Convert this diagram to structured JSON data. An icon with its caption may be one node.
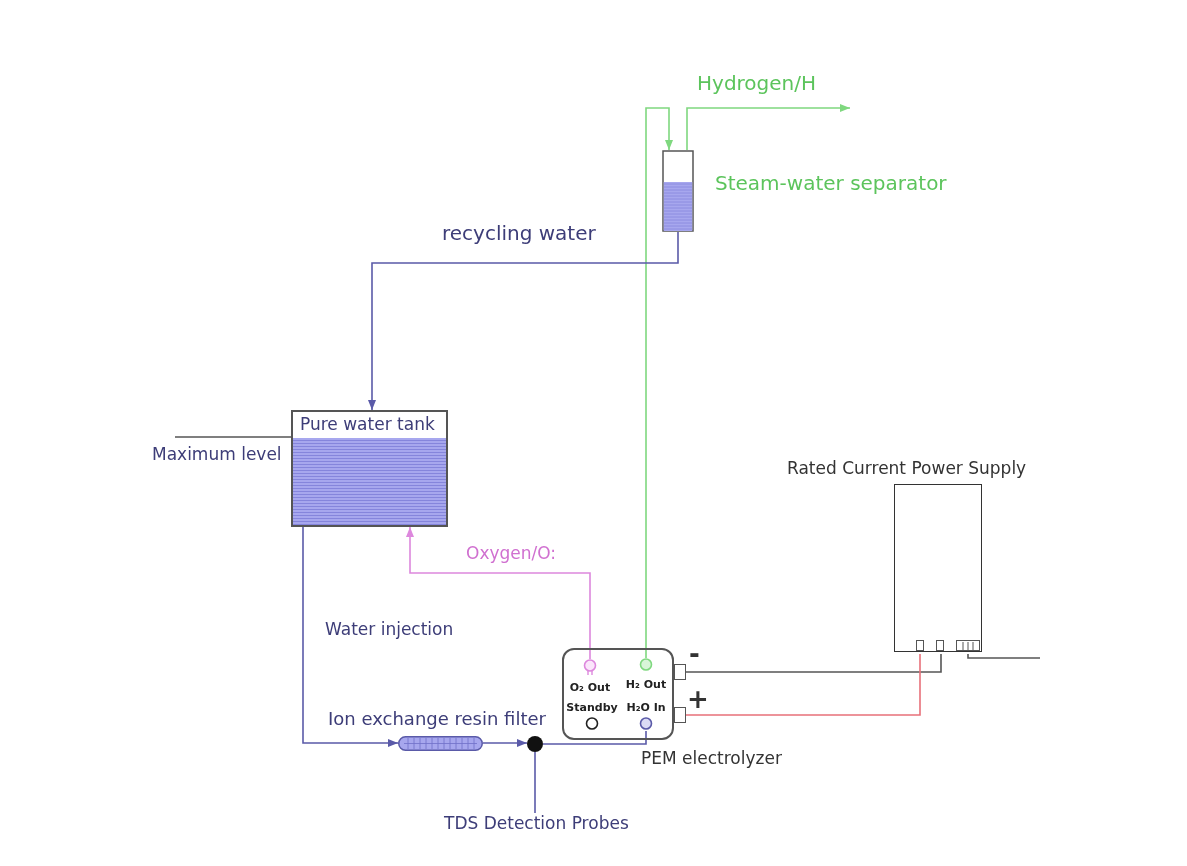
{
  "diagram": {
    "nodes": [
      {
        "text": [
          "Steam-water separator"
        ]
      },
      {
        "text": [
          "Pure water tank"
        ]
      },
      {
        "text": [
          "Maximum level"
        ]
      },
      {
        "text": [
          "Rated Current Power Supply"
        ]
      },
      {
        "text": [
          "PEM electrolyzer"
        ]
      },
      {
        "text": [
          "O₂ Out"
        ],
        "in": 4
      },
      {
        "text": [
          "H₂ Out"
        ],
        "in": 4
      },
      {
        "text": [],
        "shape": "box",
        "beside": [
          "-"
        ]
      },
      {
        "text": [
          "Standby"
        ],
        "in": 4
      },
      {
        "text": [
          "H₂O In"
        ],
        "in": 4
      },
      {
        "text": [],
        "shape": "box",
        "beside": [
          "+"
        ]
      },
      {
        "text": [],
        "shape": "cylinder",
        "beside": [
          "Ion exchange resin filter"
        ]
      },
      {
        "text": [],
        "shape": "circle"
      },
      {
        "text": [
          "TDS Detection Probes"
        ]
      }
    ],
    "edges": [
      {
        "from": 6,
        "to": 0,
        "arrow": "to",
        "color": "#7fd87f"
      },
      {
        "from": 0,
        "to": null,
        "arrow": "to",
        "label": "Hydrogen/H",
        "color": "#7fd87f"
      },
      {
        "from": 0,
        "to": 1,
        "arrow": "to",
        "label": "recycling water"
      },
      {
        "from": 2,
        "to": 1,
        "arrow": "none",
        "color": "#555555"
      },
      {
        "from": 1,
        "to": 11,
        "arrow": "to",
        "label": "Water injection"
      },
      {
        "from": 5,
        "to": 1,
        "arrow": "to",
        "label": "Oxygen/O:",
        "color": "#dd88dd"
      },
      {
        "from": 11,
        "to": 12,
        "arrow": "to"
      },
      {
        "from": 12,
        "to": 9,
        "arrow": "none"
      },
      {
        "from": 12,
        "to": 13,
        "arrow": "none"
      },
      {
        "from": 3,
        "to": 7,
        "arrow": "none",
        "color": "#555555"
      },
      {
        "from": 3,
        "to": 10,
        "arrow": "none",
        "color": "#e8707a"
      },
      {
        "from": 3,
        "to": null,
        "arrow": "none",
        "color": "#555555"
      }
    ]
  }
}
